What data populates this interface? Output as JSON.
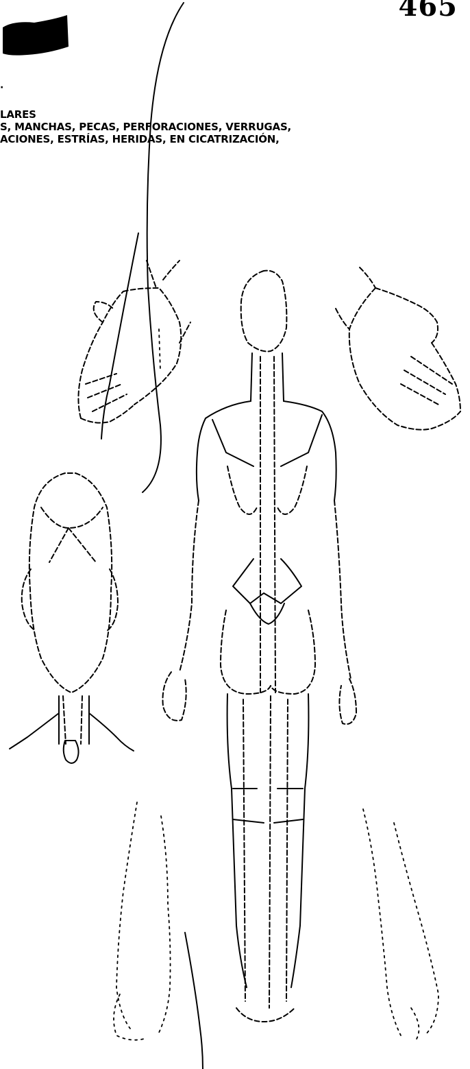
{
  "page": {
    "page_number": "465"
  },
  "header": {
    "line1": "LARES",
    "line2": "S, MANCHAS, PECAS, PERFORACIONES, VERRUGAS,",
    "line3": "ACIONES, ESTRÍAS, HERIDAS, EN CICATRIZACIÓN,"
  },
  "figures": {
    "icons": [
      "left-hand-diagram",
      "right-hand-diagram",
      "head-top-diagram",
      "body-back-diagram",
      "left-foot-diagram",
      "right-foot-diagram"
    ]
  },
  "colors": {
    "ink": "#000000",
    "paper": "#ffffff"
  }
}
